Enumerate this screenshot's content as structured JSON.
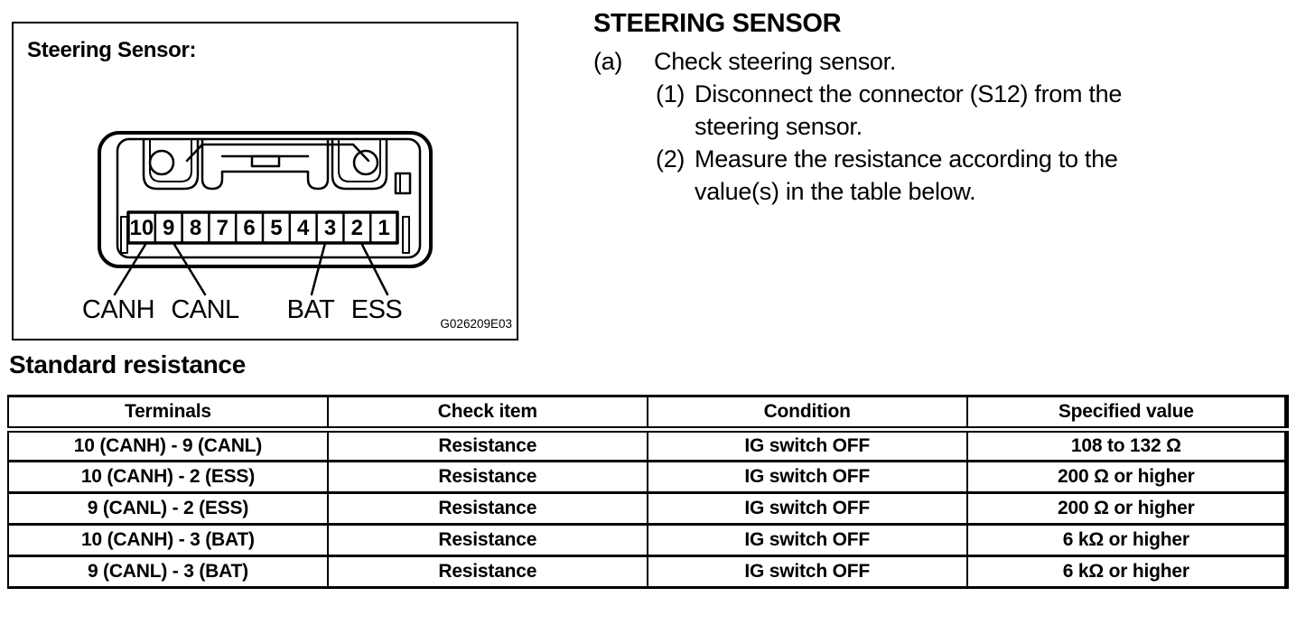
{
  "figure": {
    "title": "Steering Sensor:",
    "code": "G026209E03",
    "pins": [
      "10",
      "9",
      "8",
      "7",
      "6",
      "5",
      "4",
      "3",
      "2",
      "1"
    ],
    "pin_labels": [
      "CANH",
      "CANL",
      "BAT",
      "ESS"
    ]
  },
  "instructions": {
    "heading": "STEERING SENSOR",
    "step_label": "(a)",
    "step_text": "Check steering sensor.",
    "substeps": [
      {
        "label": "(1)",
        "text": "Disconnect the connector (S12) from the steering sensor."
      },
      {
        "label": "(2)",
        "text": "Measure the resistance according to the value(s) in the table below."
      }
    ]
  },
  "table_section": {
    "heading": "Standard resistance",
    "columns": [
      "Terminals",
      "Check item",
      "Condition",
      "Specified value"
    ],
    "rows": [
      [
        "10 (CANH) - 9 (CANL)",
        "Resistance",
        "IG switch OFF",
        "108 to 132 Ω"
      ],
      [
        "10 (CANH) - 2 (ESS)",
        "Resistance",
        "IG switch OFF",
        "200 Ω or higher"
      ],
      [
        "9 (CANL) - 2 (ESS)",
        "Resistance",
        "IG switch OFF",
        "200 Ω or higher"
      ],
      [
        "10 (CANH) - 3 (BAT)",
        "Resistance",
        "IG switch OFF",
        "6 kΩ or higher"
      ],
      [
        "9 (CANL) - 3 (BAT)",
        "Resistance",
        "IG switch OFF",
        "6 kΩ or higher"
      ]
    ]
  },
  "colors": {
    "ink": "#000000",
    "paper": "#ffffff"
  }
}
